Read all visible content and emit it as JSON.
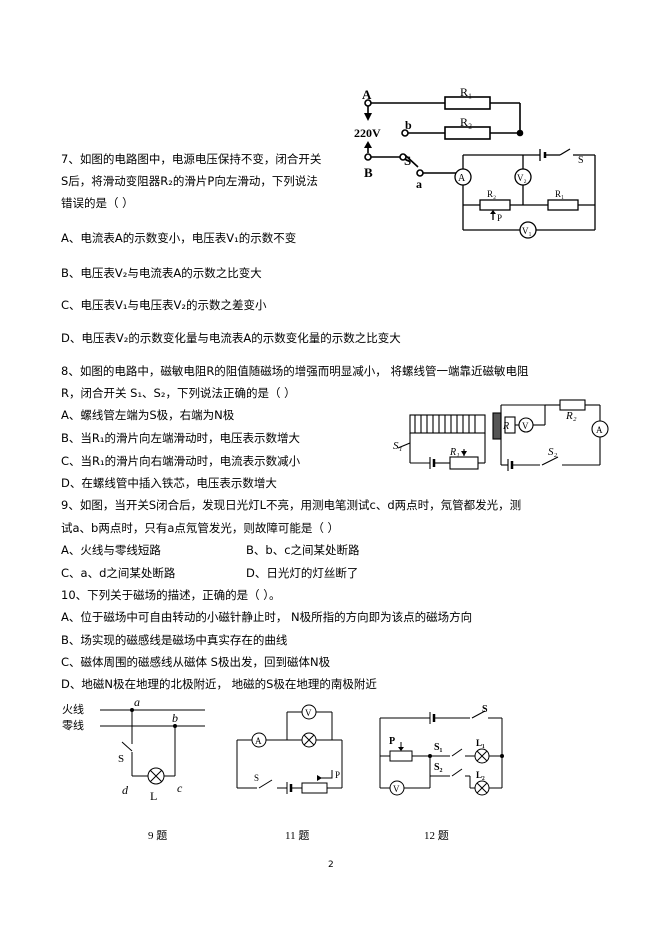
{
  "q7": {
    "stem1": "7、如图的电路图中，电源电压保持不变，闭合开关",
    "stem2": "S后，将滑动变阻器R₂的滑片P向左滑动，下列说法",
    "stem3": "错误的是（ ）",
    "optA": "A、电流表A的示数变小，电压表V₁的示数不变",
    "optB": "B、电压表V₂与电流表A的示数之比变大",
    "optC": "C、电压表V₁与电压表V₂的示数之差变小",
    "optD": "D、电压表V₂的示数变化量与电流表A的示数变化量的示数之比变大"
  },
  "fig7a": {
    "A": "A",
    "B": "B",
    "voltage": "220V",
    "b": "b",
    "a": "a",
    "S": "S",
    "R1": "R₁",
    "R2": "R₂"
  },
  "fig7b": {
    "A": "A",
    "V2": "V₂",
    "V1": "V₁",
    "R2": "R₂",
    "R1": "R₁",
    "P": "P",
    "S": "S"
  },
  "q8": {
    "stem1": "8、如图的电路中，磁敏电阻R的阻值随磁场的增强而明显减小，  将螺线管一端靠近磁敏电阻",
    "stem2": "R，闭合开关 S₁、S₂，下列说法正确的是（      ）",
    "optA": "A、螺线管左端为S极，右端为N极",
    "optB": "B、当R₁的滑片向左端滑动时，电压表示数增大",
    "optC": "C、当R₁的滑片向右端滑动时，电流表示数减小",
    "optD": "D、在螺线管中插入铁芯，电压表示数增大"
  },
  "fig8": {
    "S1": "S₁",
    "S2": "S₂",
    "R": "R",
    "R1": "R₁",
    "R2": "R₂",
    "V": "V",
    "A": "A"
  },
  "q9": {
    "stem1": "9、如图，当开关S闭合后，发现日光灯L不亮，用测电笔测试c、d两点时，氖管都发光，测",
    "stem2": "试a、b两点时，只有a点氖管发光，则故障可能是（       ）",
    "optA": "A、火线与零线短路",
    "optB": "B、b、c之间某处断路",
    "optC": "C、a、d之间某处断路",
    "optD": "D、日光灯的灯丝断了"
  },
  "q10": {
    "stem": "10、下列关于磁场的描述，正确的是（    ）。",
    "optA": "A、位于磁场中可自由转动的小磁针静止时，  N极所指的方向即为该点的磁场方向",
    "optB": "B、场实现的磁感线是磁场中真实存在的曲线",
    "optC": "C、磁体周围的磁感线从磁体  S极出发，回到磁体N极",
    "optD": "D、地磁N极在地理的北极附近，  地磁的S极在地理的南极附近"
  },
  "fig9": {
    "fire": "火线",
    "zero": "零线",
    "a": "a",
    "b": "b",
    "c": "c",
    "d": "d",
    "S": "S",
    "L": "L",
    "caption": "9 题"
  },
  "fig11": {
    "A": "A",
    "V": "V",
    "S": "S",
    "P": "P",
    "caption": "11 题"
  },
  "fig12": {
    "S": "S",
    "S1": "S₁",
    "S2": "S₂",
    "L1": "L₁",
    "L2": "L₂",
    "P": "P",
    "V": "V",
    "caption": "12 题"
  },
  "page_number": "2"
}
